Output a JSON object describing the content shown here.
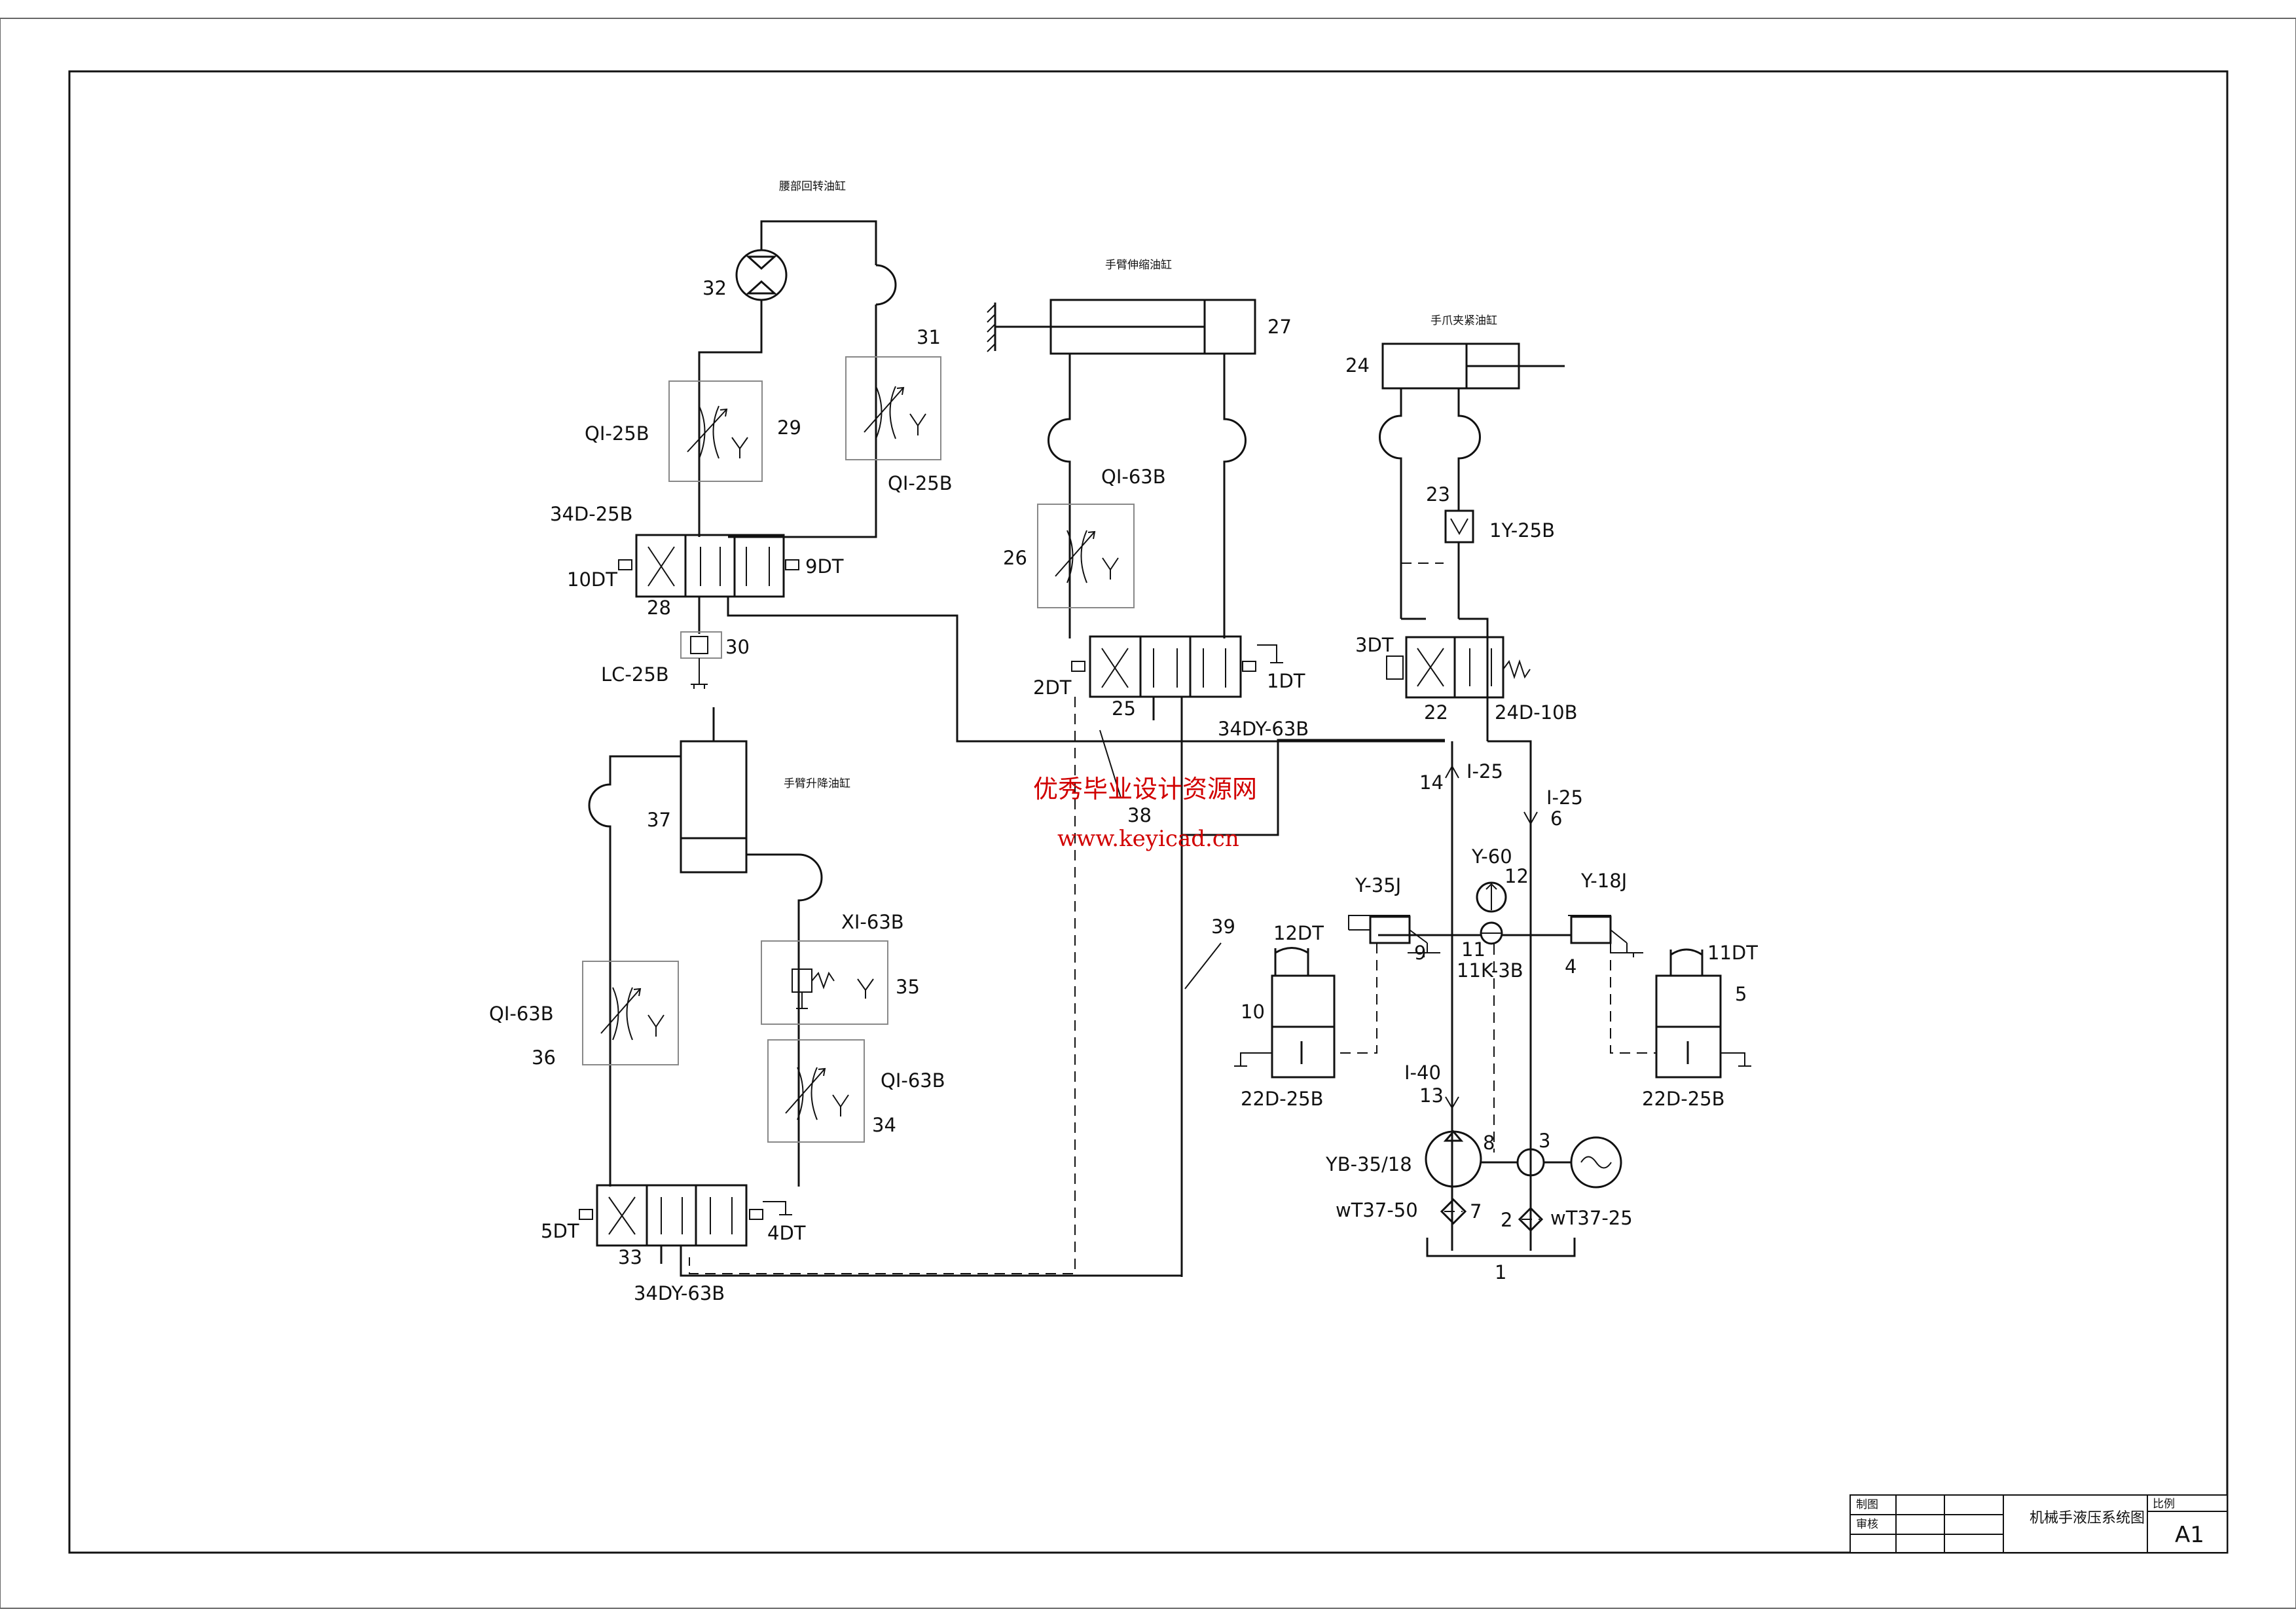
{
  "titles": {
    "waist_cylinder": "腰部回转油缸",
    "arm_extend_cylinder": "手臂伸缩油缸",
    "claw_clamp_cylinder": "手爪夹紧油缸",
    "arm_lift_cylinder": "手臂升降油缸"
  },
  "watermark": {
    "line1": "优秀毕业设计资源网",
    "line2": "www.keyicad.cn",
    "color": "#d10000"
  },
  "labels": {
    "n1": "1",
    "n2": "2",
    "n3": "3",
    "n4": "4",
    "n5": "5",
    "n6": "6",
    "n7": "7",
    "n8": "8",
    "n9": "9",
    "n10": "10",
    "n11": "11",
    "n12": "12",
    "n13": "13",
    "n14": "14",
    "n22": "22",
    "n23": "23",
    "n24": "24",
    "n25": "25",
    "n26": "26",
    "n27": "27",
    "n28": "28",
    "n29": "29",
    "n30": "30",
    "n31": "31",
    "n32": "32",
    "n33": "33",
    "n34": "34",
    "n35": "35",
    "n36": "36",
    "n37": "37",
    "n38": "38",
    "n39": "39",
    "qi25b_29": "QI-25B",
    "qi25b_31": "QI-25B",
    "d34_25b": "34D-25B",
    "dt10": "10DT",
    "dt9": "9DT",
    "lc25b": "LC-25B",
    "qi63b_26": "QI-63B",
    "dt2": "2DT",
    "dt1": "1DT",
    "dy63b_25": "34DY-63B",
    "y1_25b": "1Y-25B",
    "dt3": "3DT",
    "d24_10b": "24D-10B",
    "xi63b": "XI-63B",
    "qi63b_36": "QI-63B",
    "qi63b_34": "QI-63B",
    "dt5": "5DT",
    "dt4": "4DT",
    "dy63b_33": "34DY-63B",
    "i25_14": "I-25",
    "i25_6": "I-25",
    "y60": "Y-60",
    "y35j": "Y-35J",
    "y18j": "Y-18J",
    "dt12": "12DT",
    "dt11": "11DT",
    "k11_3b": "11K-3B",
    "d22_25b_10": "22D-25B",
    "d22_25b_5": "22D-25B",
    "i40": "I-40",
    "yb35_18": "YB-35/18",
    "wt37_50": "wT37-50",
    "wt37_25": "wT37-25"
  },
  "title_block": {
    "drawn": "制图",
    "checked": "审核",
    "drawing_title": "机械手液压系统图",
    "scale_label": "比例",
    "sheet_size": "A1"
  }
}
